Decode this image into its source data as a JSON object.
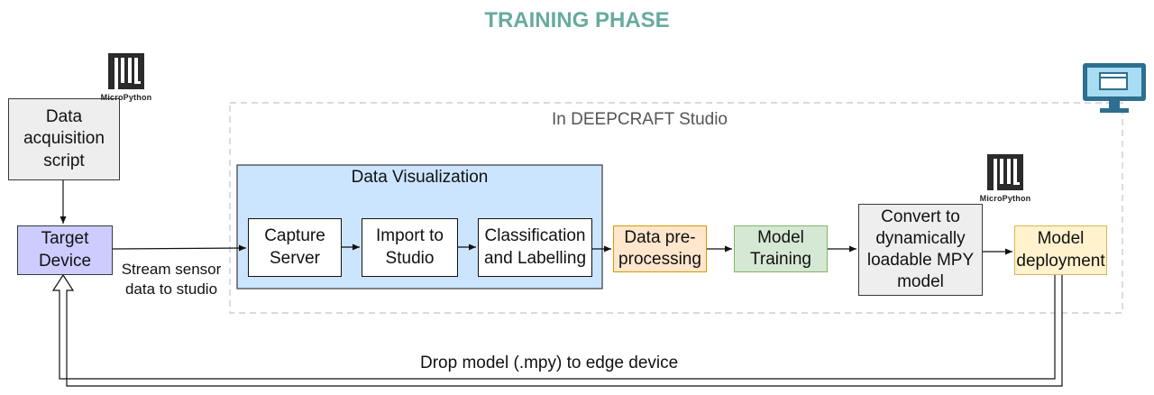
{
  "title": "TRAINING PHASE",
  "studio_label": "In DEEPCRAFT Studio",
  "viz_label": "Data Visualization",
  "stream_label": "Stream sensor\ndata to studio",
  "drop_label": "Drop model (.mpy)  to edge device",
  "logos": {
    "micropython_text": "MicroPython",
    "monitor_icon": "monitor-icon",
    "micropython_icon": "micropython-logo-icon"
  },
  "nodes": {
    "acquisition": "Data\nacquisition\nscript",
    "target": "Target\nDevice",
    "capture": "Capture\nServer",
    "import": "Import to\nStudio",
    "classify": "Classification\nand Labelling",
    "preprocess": "Data pre-\nprocessing",
    "training": "Model\nTraining",
    "convert": "Convert to\ndynamically\nloadable MPY\nmodel",
    "deploy": "Model\ndeployment"
  },
  "colors": {
    "title": "#67ab9f",
    "visualization_fill": "#cce5ff",
    "target_fill": "#ccccff",
    "preprocess_fill": "#ffe6cc",
    "training_fill": "#d5e8d4",
    "deploy_fill": "#fff2cc",
    "grey_fill": "#eeeeee"
  }
}
